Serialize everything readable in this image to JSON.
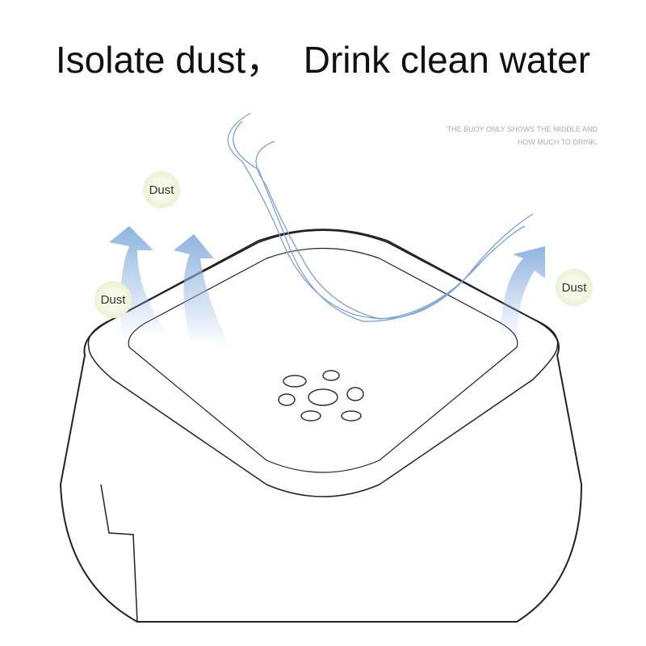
{
  "title": "Isolate dust，  Drink clean water",
  "note": {
    "line1": "THE BUOY ONLY SHOWS THE MIDDLE AND",
    "line2": "HOW MUCH TO DRINK."
  },
  "dust_labels": [
    "Dust",
    "Dust",
    "Dust"
  ],
  "colors": {
    "arrow": "#8fb4e0",
    "bowl_line": "#222222",
    "wind": "#7da2d6"
  }
}
